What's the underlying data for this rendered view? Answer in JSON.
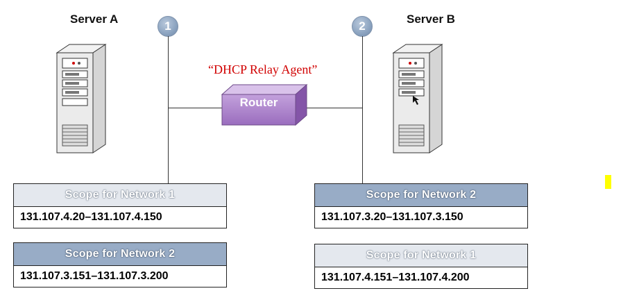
{
  "servers": {
    "a": {
      "label": "Server A",
      "icon": "server-tower-icon"
    },
    "b": {
      "label": "Server B",
      "icon": "server-tower-icon"
    }
  },
  "networks": [
    {
      "badge": "1"
    },
    {
      "badge": "2"
    }
  ],
  "relay_label": "“DHCP Relay Agent”",
  "router": {
    "label": "Router",
    "color": "#a77cc9"
  },
  "scopes": {
    "server_a": [
      {
        "title": "Scope for Network 1",
        "range": "131.107.4.20–131.107.4.150",
        "style": "light"
      },
      {
        "title": "Scope for Network 2",
        "range": "131.107.3.151–131.107.3.200",
        "style": "dark"
      }
    ],
    "server_b": [
      {
        "title": "Scope for Network 2",
        "range": "131.107.3.20–131.107.3.150",
        "style": "dark"
      },
      {
        "title": "Scope for Network 1",
        "range": "131.107.4.151–131.107.4.200",
        "style": "light"
      }
    ]
  },
  "colors": {
    "relay_text": "#d10000",
    "light_header": "#e4e8ee",
    "dark_header": "#98acc6",
    "marker": "#ffff00"
  }
}
